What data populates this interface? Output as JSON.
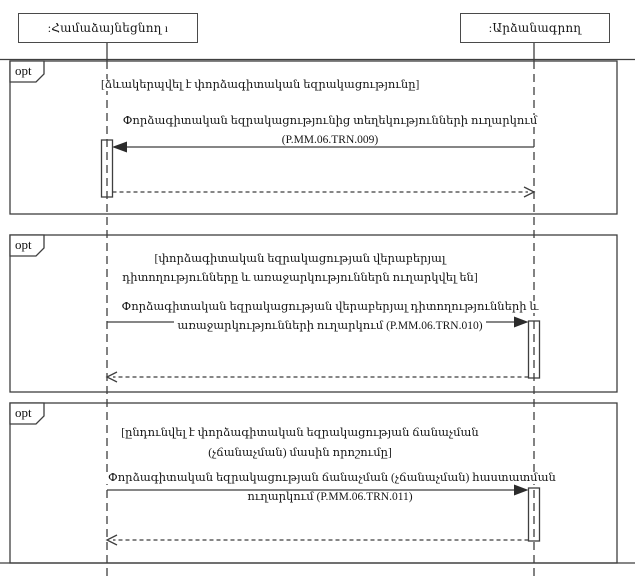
{
  "actors": {
    "left": {
      "label": ":Համաձայնեցնող  ı"
    },
    "right": {
      "label": ":Արձանագրող"
    }
  },
  "frames": [
    {
      "operator": "opt",
      "guard_lines": [
        "[ձևակերպվել է փորձագիտական եզրակացությունը]"
      ],
      "message_lines": [
        "Փորձագիտական եզրակացությունից տեղեկությունների ուղարկում",
        "(P.MM.06.TRN.009)"
      ],
      "message_direction": "right-to-left",
      "reply_direction": "left-to-right"
    },
    {
      "operator": "opt",
      "guard_lines": [
        "[փորձագիտական եզրակացության վերաբերյալ",
        "դիտողությունները և առաջարկություններն ուղարկվել են]"
      ],
      "message_lines": [
        "Փորձագիտական եզրակացության վերաբերյալ դիտողությունների և",
        "առաջարկությունների ուղարկում (P.MM.06.TRN.010)"
      ],
      "message_direction": "left-to-right",
      "reply_direction": "right-to-left"
    },
    {
      "operator": "opt",
      "guard_lines": [
        "[ընդունվել է փորձագիտական եզրակացության ճանաչման",
        "(չճանաչման) մասին որոշումը]"
      ],
      "message_lines": [
        "Փորձագիտական եզրակացության ճանաչման (չճանաչման) հաստատման",
        "ուղարկում (P.MM.06.TRN.011)"
      ],
      "message_direction": "left-to-right",
      "reply_direction": "right-to-left"
    }
  ],
  "colors": {
    "line": "#3f3f3f",
    "text": "#161616",
    "background": "#ffffff"
  }
}
